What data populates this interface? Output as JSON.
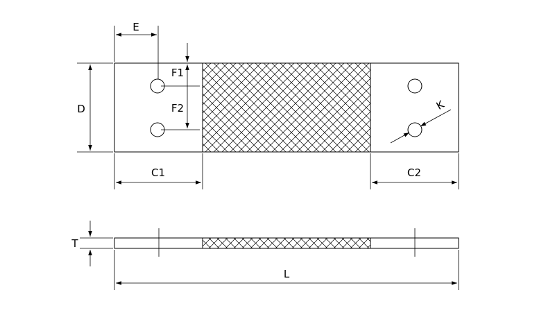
{
  "labels": {
    "e": "E",
    "d": "D",
    "f1": "F1",
    "f2": "F2",
    "k": "K",
    "c1": "C1",
    "c2": "C2",
    "t": "T",
    "l": "L"
  },
  "colors": {
    "ink": "#000000",
    "background": "#ffffff"
  }
}
